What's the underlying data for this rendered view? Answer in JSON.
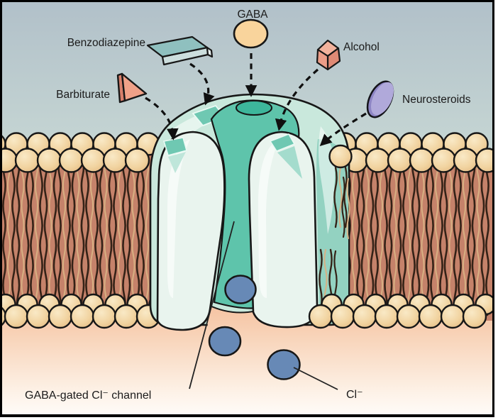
{
  "labels": {
    "gaba": "GABA",
    "benzodiazepine": "Benzodiazepine",
    "barbiturate": "Barbiturate",
    "alcohol": "Alcohol",
    "neurosteroids": "Neurosteroids",
    "channel": "GABA-gated Cl⁻ channel",
    "chloride": "Cl⁻"
  },
  "colors": {
    "background_top": "#b1c0c9",
    "background_lower": "#cfe0d8",
    "intracellular_peach": "#f2ae86",
    "membrane_interior": "#c5826a",
    "lipid_head": "#f1d3a0",
    "channel_body": "#c9e8dc",
    "channel_subunit": "#e9f4ee",
    "channel_pore": "#5ec4ab",
    "pore_opening": "#3db69b",
    "binding_site": "#6fc8b2",
    "channel_side": "#93d2c1",
    "chloride_ion": "#6789b6",
    "gaba_molecule": "#f9d49c",
    "benzodiazepine_molecule": "#8fc0bf",
    "barbiturate_molecule": "#f0a188",
    "alcohol_molecule": "#eb9d88",
    "neurosteroid_molecule": "#b0a9da",
    "outline": "#1a1a1a"
  }
}
